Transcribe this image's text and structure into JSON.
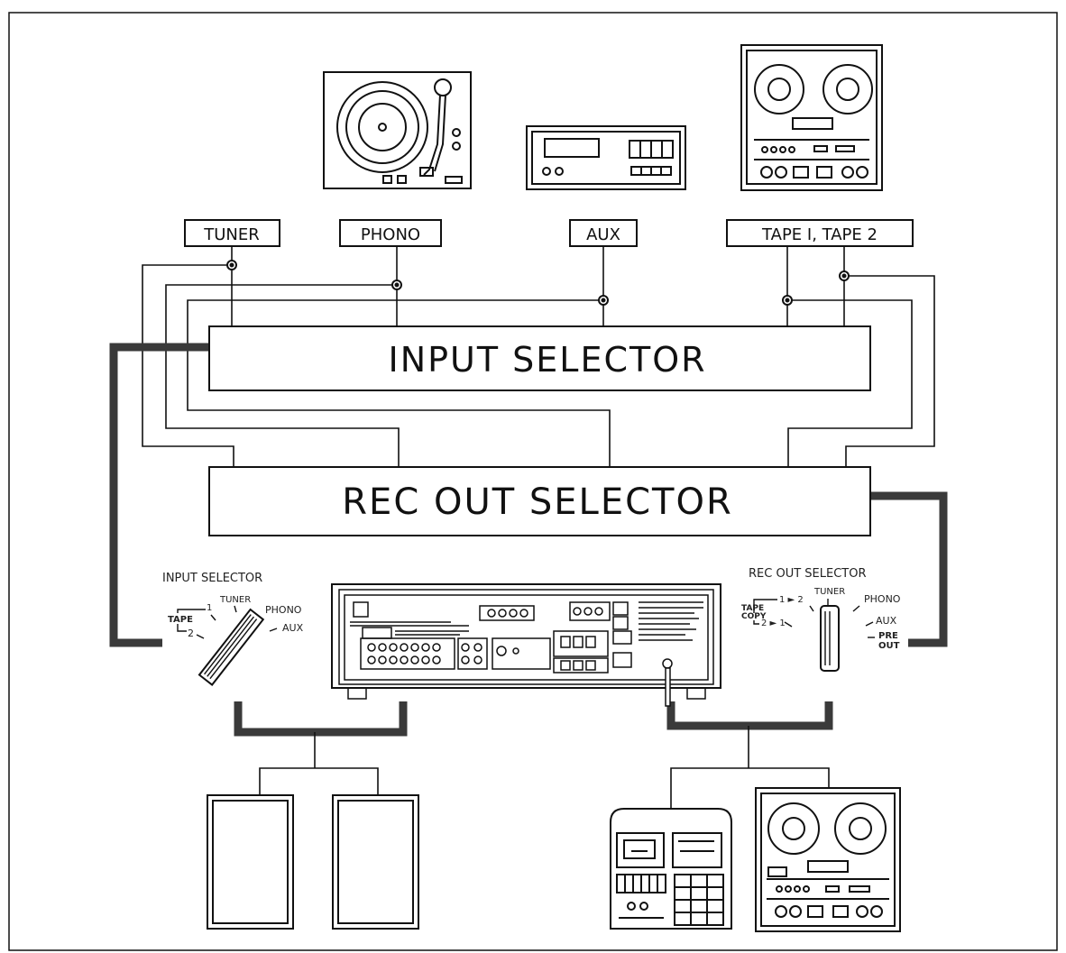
{
  "sources": {
    "tuner": "TUNER",
    "phono": "PHONO",
    "aux": "AUX",
    "tape": "TAPE I, TAPE 2"
  },
  "blocks": {
    "input_selector": "INPUT SELECTOR",
    "rec_out_selector": "REC OUT SELECTOR"
  },
  "input_knob": {
    "title": "INPUT SELECTOR",
    "tuner": "TUNER",
    "phono": "PHONO",
    "aux": "AUX",
    "tape": "TAPE",
    "pos1": "1",
    "pos2": "2"
  },
  "rec_knob": {
    "title": "REC OUT SELECTOR",
    "tuner": "TUNER",
    "phono": "PHONO",
    "aux": "AUX",
    "pre": "PRE",
    "out": "OUT",
    "tape": "TAPE",
    "copy": "COPY",
    "copy12": "1 ► 2",
    "copy21": "2 ► 1"
  },
  "colors": {
    "line": "#111111",
    "cable": "#3a3a3a"
  }
}
